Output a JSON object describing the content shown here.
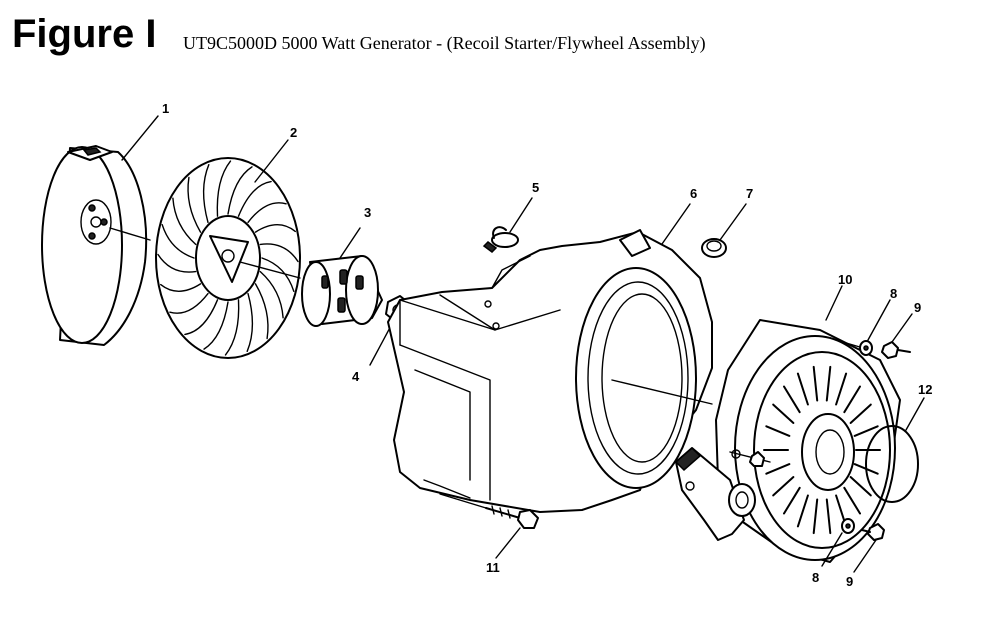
{
  "header": {
    "figure_label": "Figure I",
    "subtitle": "UT9C5000D 5000 Watt Generator -  (Recoil Starter/Flywheel Assembly)"
  },
  "callouts": [
    {
      "id": "c1",
      "label": "1"
    },
    {
      "id": "c2",
      "label": "2"
    },
    {
      "id": "c3",
      "label": "3"
    },
    {
      "id": "c4",
      "label": "4"
    },
    {
      "id": "c5",
      "label": "5"
    },
    {
      "id": "c6",
      "label": "6"
    },
    {
      "id": "c7",
      "label": "7"
    },
    {
      "id": "c8a",
      "label": "8"
    },
    {
      "id": "c9a",
      "label": "9"
    },
    {
      "id": "c10",
      "label": "10"
    },
    {
      "id": "c11",
      "label": "11"
    },
    {
      "id": "c12",
      "label": "12"
    },
    {
      "id": "c8b",
      "label": "8"
    },
    {
      "id": "c9b",
      "label": "9"
    }
  ]
}
